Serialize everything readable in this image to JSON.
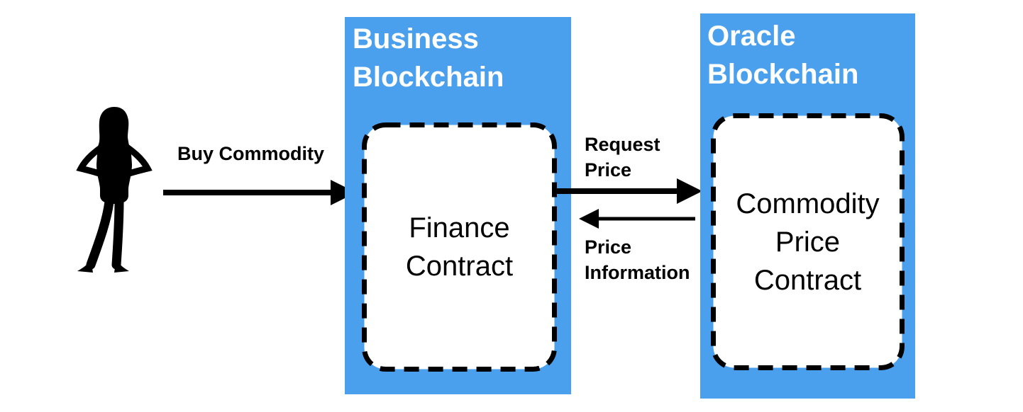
{
  "diagram": {
    "actor": {
      "icon": "person-silhouette-icon"
    },
    "flows": [
      {
        "label": "Buy Commodity",
        "icon": "arrow-right-icon",
        "from": "actor",
        "to": "Finance Contract"
      },
      {
        "label": "Request Price",
        "icon": "arrow-right-icon",
        "from": "Finance Contract",
        "to": "Commodity Price Contract"
      },
      {
        "label": "Price Information",
        "icon": "arrow-left-icon",
        "from": "Commodity Price Contract",
        "to": "Finance Contract"
      }
    ],
    "blockchains": [
      {
        "title": "Business Blockchain",
        "contract": "Finance Contract"
      },
      {
        "title": "Oracle Blockchain",
        "contract": "Commodity Price Contract"
      }
    ],
    "colors": {
      "blockchain_fill": "#4AA0EC",
      "contract_fill": "#FFFFFF",
      "contract_border": "#000000",
      "title_text": "#FFFFFF",
      "label_text": "#000000",
      "arrow": "#000000"
    }
  }
}
